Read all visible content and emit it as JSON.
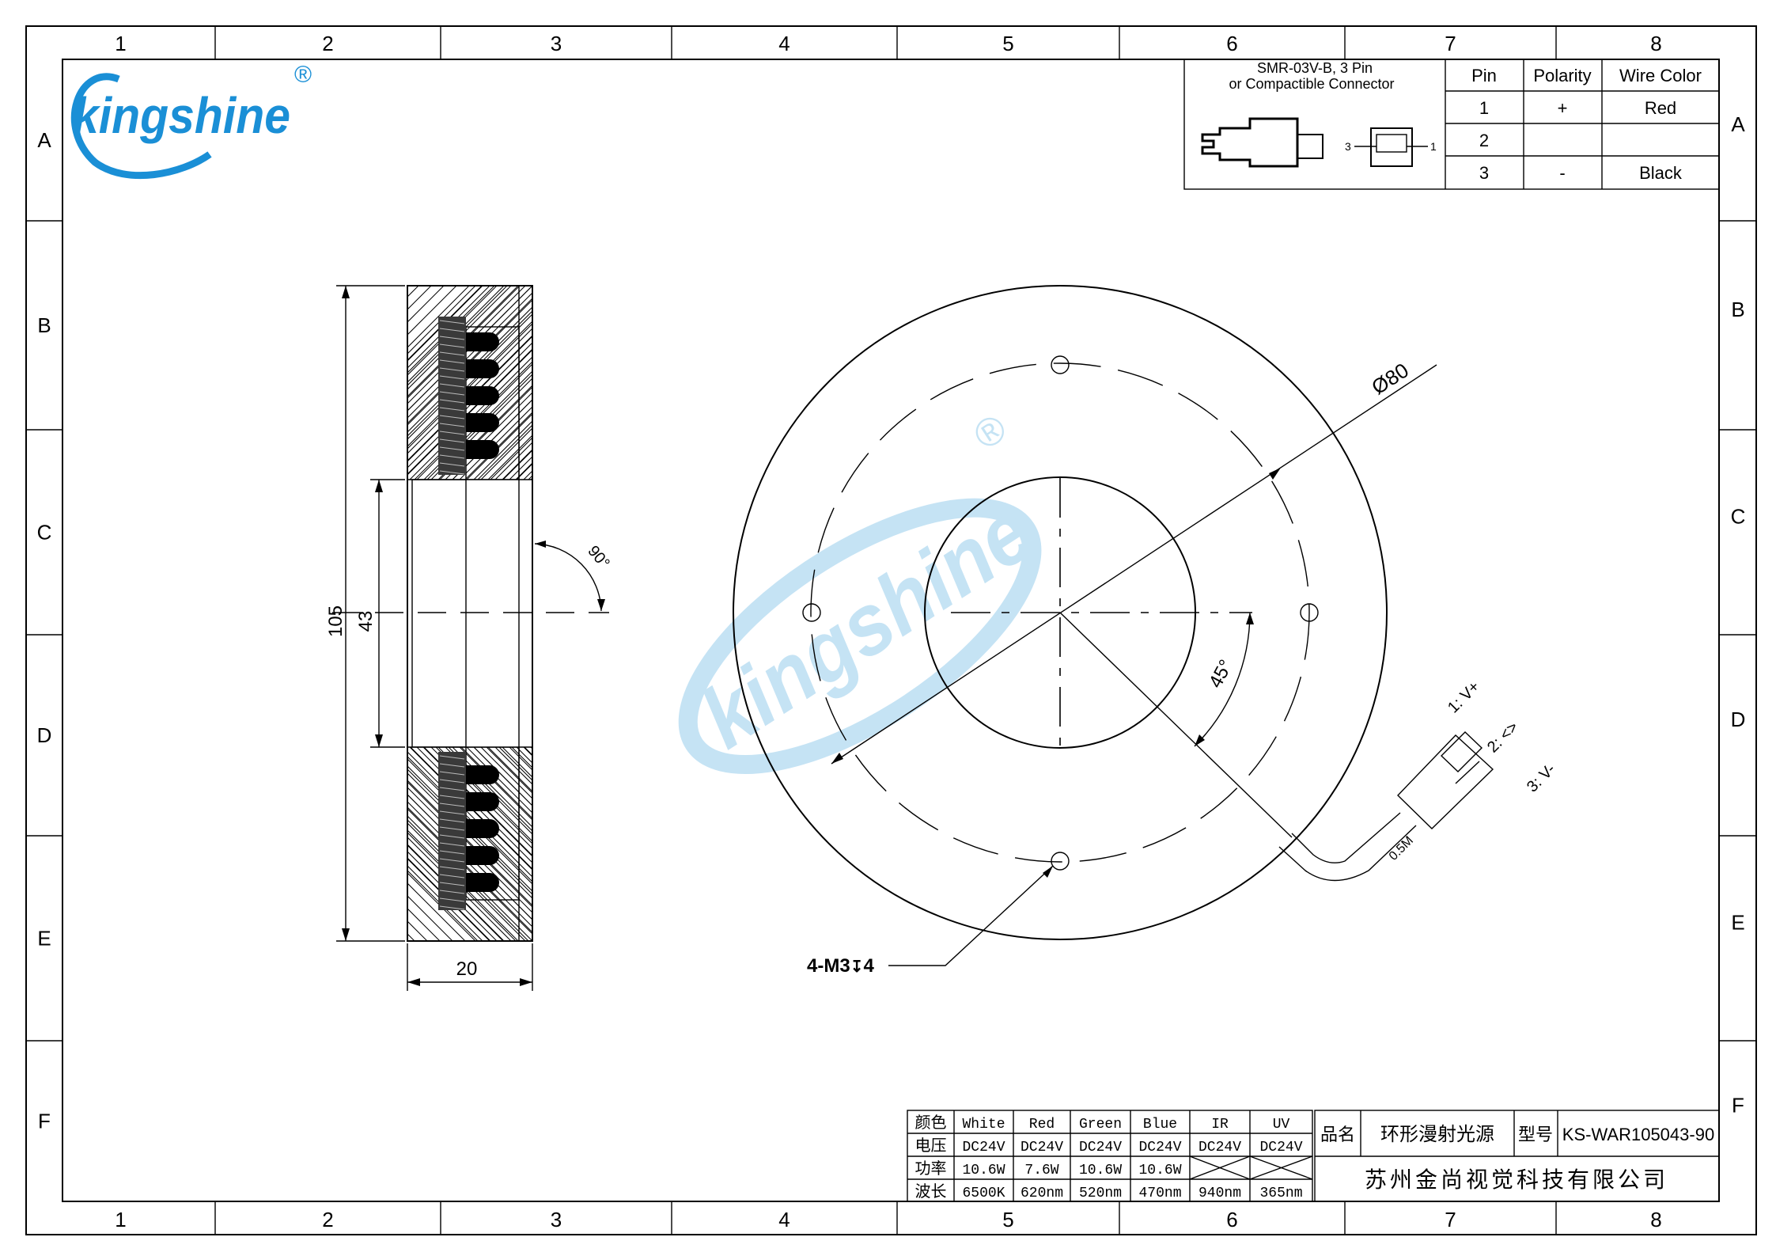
{
  "logo": {
    "text": "kingshine",
    "registered": "®",
    "brand_color": "#1a8fd6"
  },
  "watermark": {
    "text": "kingshine",
    "registered": "®",
    "color": "#bfe0f3"
  },
  "frame": {
    "columns": [
      "1",
      "2",
      "3",
      "4",
      "5",
      "6",
      "7",
      "8"
    ],
    "rows": [
      "A",
      "B",
      "C",
      "D",
      "E",
      "F"
    ]
  },
  "connector": {
    "title_line1": "SMR-03V-B, 3 Pin",
    "title_line2": "or Compactible Connector",
    "pin_left": "3",
    "pin_right": "1",
    "headers": [
      "Pin",
      "Polarity",
      "Wire Color"
    ],
    "rows": [
      [
        "1",
        "+",
        "Red"
      ],
      [
        "2",
        "",
        ""
      ],
      [
        "3",
        "-",
        "Black"
      ]
    ]
  },
  "dimensions": {
    "height": "105",
    "aperture": "43",
    "thickness": "20",
    "angle_side": "90°",
    "diameter": "Ø80",
    "angle_top": "45°",
    "holes": "4-M3",
    "hole_depth": "4",
    "hole_depth_symbol": "↧"
  },
  "cable": {
    "length": "0.5M",
    "pins": [
      "1: V+",
      "2: <>",
      "3: V-"
    ]
  },
  "specs": {
    "headers": [
      "颜色",
      "White",
      "Red",
      "Green",
      "Blue",
      "IR",
      "UV"
    ],
    "rows": [
      [
        "电压",
        "DC24V",
        "DC24V",
        "DC24V",
        "DC24V",
        "DC24V",
        "DC24V"
      ],
      [
        "功率",
        "10.6W",
        "7.6W",
        "10.6W",
        "10.6W",
        "",
        ""
      ],
      [
        "波长",
        "6500K",
        "620nm",
        "520nm",
        "470nm",
        "940nm",
        "365nm"
      ]
    ]
  },
  "title_block": {
    "name_label": "品名",
    "name": "环形漫射光源",
    "model_label": "型号",
    "model": "KS-WAR105043-90",
    "company": "苏州金尚视觉科技有限公司"
  }
}
